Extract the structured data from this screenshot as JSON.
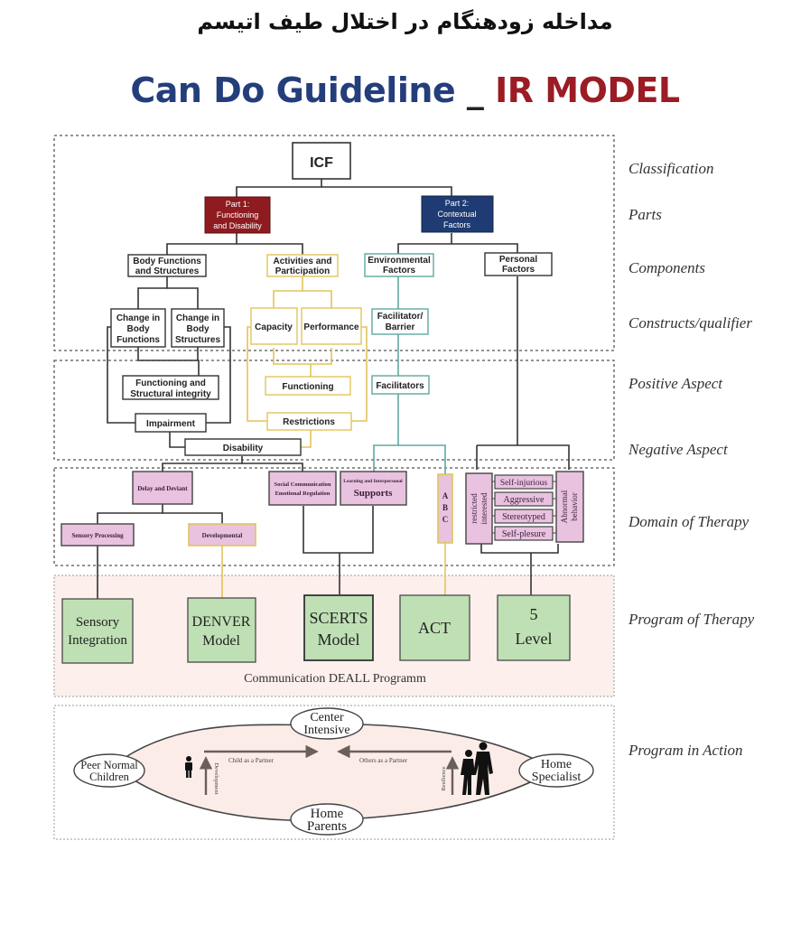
{
  "header": {
    "persian_title": "مداخله زودهنگام در اختلال طیف اتیسم",
    "title_part1": "Can Do Guideline",
    "title_dash": "_",
    "title_part2": "IR MODEL"
  },
  "colors": {
    "title_blue": "#243e7c",
    "title_red": "#9b1c24",
    "part1_fill": "#8e1b1f",
    "part2_fill": "#1f3b73",
    "activities_border": "#e2c45a",
    "environmental_border": "#5fa8a0",
    "domain_fill": "#e8c2df",
    "program_fill": "#bfe0b4",
    "program_band": "#fcefec",
    "action_fill": "#fbece8"
  },
  "side_labels": [
    "Classification",
    "Parts",
    "Components",
    "Constructs/qualifier",
    "Positive Aspect",
    "Negative Aspect",
    "Domain of Therapy",
    "Program of Therapy",
    "Program in Action"
  ],
  "icf": {
    "root": "ICF",
    "part1": [
      "Part 1:",
      "Functioning",
      "and Disability"
    ],
    "part2": [
      "Part 2:",
      "Contextual",
      "Factors"
    ],
    "body_functions": [
      "Body Functions",
      "and Structures"
    ],
    "activities": [
      "Activities and",
      "Participation"
    ],
    "environmental": [
      "Environmental",
      "Factors"
    ],
    "personal": [
      "Personal",
      "Factors"
    ],
    "change_body_functions": [
      "Change in",
      "Body",
      "Functions"
    ],
    "change_body_structures": [
      "Change in",
      "Body",
      "Structures"
    ],
    "capacity": "Capacity",
    "performance": "Performance",
    "facilitator_barrier": [
      "Facilitator/",
      "Barrier"
    ],
    "functioning_structural": [
      "Functioning and",
      "Structural integrity"
    ],
    "functioning": "Functioning",
    "facilitators": "Facilitators",
    "impairment": "Impairment",
    "restrictions": "Restrictions",
    "disability": "Disability"
  },
  "domains": {
    "delay_deviant": "Delay and Deviant",
    "sensory_processing": "Sensory Processing",
    "developmental": "Developmental",
    "social_communication": [
      "Social Communication",
      "Emotional Regulation"
    ],
    "supports_small": "Learning and Interpersonal",
    "supports": "Supports",
    "abc": [
      "A",
      "B",
      "C"
    ],
    "restricted_interested": [
      "restricted",
      "interested"
    ],
    "behaviors": [
      "Self-injurious",
      "Aggressive",
      "Stereotyped",
      "Self-plesure"
    ],
    "abnormal_behavior": [
      "Abnormal",
      "behavior"
    ]
  },
  "programs": {
    "items": [
      [
        "Sensory",
        "Integration"
      ],
      [
        "DENVER",
        "Model"
      ],
      [
        "SCERTS",
        "Model"
      ],
      [
        "ACT"
      ],
      [
        "5",
        "Level"
      ]
    ],
    "caption": "Communication DEALL Programm"
  },
  "action": {
    "center": [
      "Center",
      "Intensive"
    ],
    "peer": [
      "Peer Normal",
      "Children"
    ],
    "home_specialist": [
      "Home",
      "Specialist"
    ],
    "home_parents": [
      "Home",
      "Parents"
    ],
    "child_partner": "Child as a Partner",
    "others_partner": "Others as a Partner",
    "development": "Development",
    "resilience": "Resilience"
  }
}
